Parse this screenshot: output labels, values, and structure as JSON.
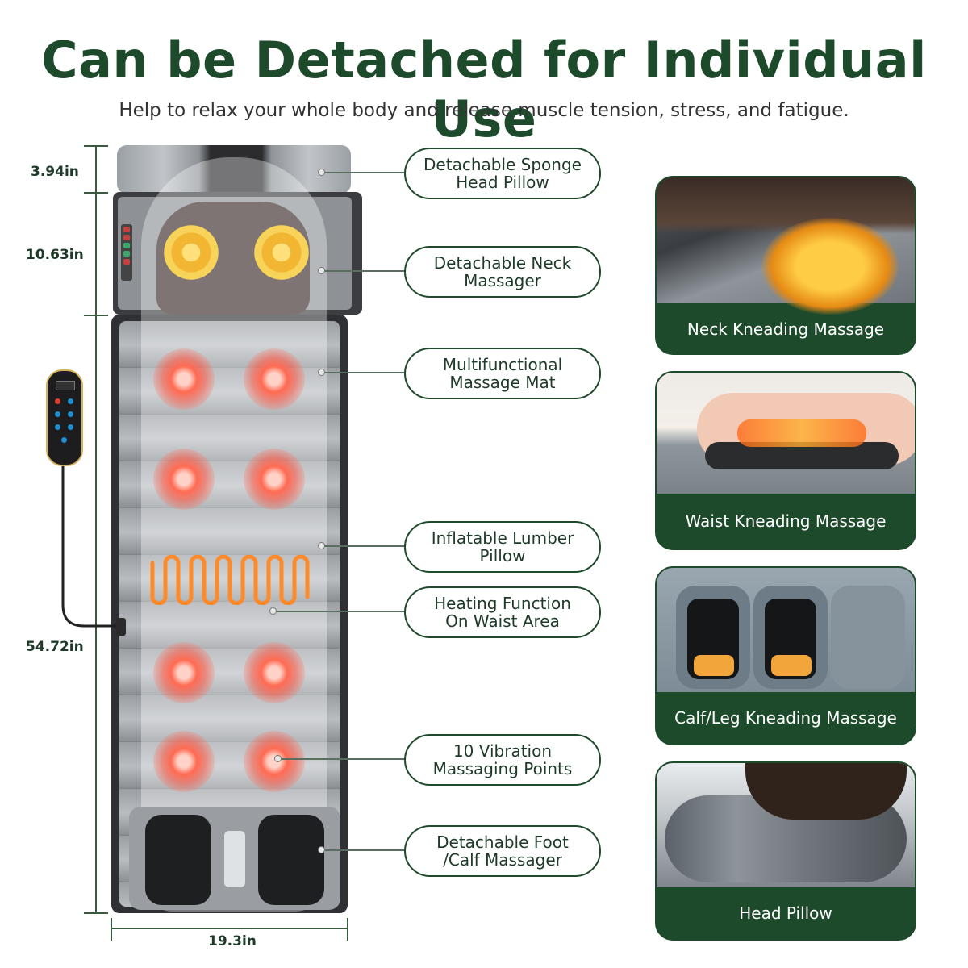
{
  "header": {
    "title": "Can be Detached for Individual Use",
    "subtitle": "Help to relax your whole body and release muscle tension, stress, and fatigue."
  },
  "dimensions": {
    "pillow_height": "3.94in",
    "neck_height": "10.63in",
    "mat_height": "54.72in",
    "width": "19.3in"
  },
  "callouts": [
    {
      "label": "Detachable Sponge\nHead Pillow"
    },
    {
      "label": "Detachable Neck\nMassager"
    },
    {
      "label": "Multifunctional\nMassage Mat"
    },
    {
      "label": "Inflatable Lumber\nPillow"
    },
    {
      "label": "Heating Function\nOn Waist Area"
    },
    {
      "label": "10 Vibration\nMassaging Points"
    },
    {
      "label": "Detachable Foot\n/Calf Massager"
    }
  ],
  "features": [
    {
      "label": "Neck Kneading Massage"
    },
    {
      "label": "Waist Kneading Massage"
    },
    {
      "label": "Calf/Leg Kneading Massage"
    },
    {
      "label": "Head Pillow"
    }
  ],
  "colors": {
    "brand_green": "#1e4a2c",
    "heat_orange": "#ff8a2a",
    "vibration_red": "#ff5a45"
  }
}
